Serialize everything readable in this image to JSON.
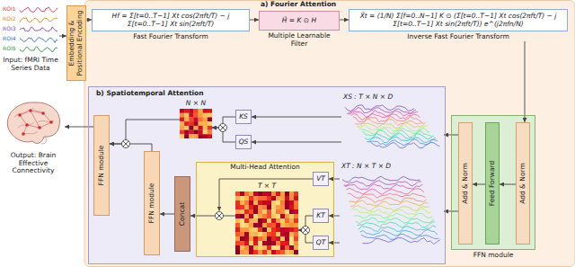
{
  "diagram": {
    "nodes": [
      {
        "text": [
          "Input: fMRI Time Series Data"
        ]
      },
      {
        "text": [
          "Output: Brain Effective Connectivity"
        ]
      },
      {
        "text": [
          "Embedding & Positional Encoding"
        ]
      },
      {
        "text": [
          "Hf = Σ[t=0..T−1] Xt cos(2πft/T) − j Σ[t=0..T−1] Xt sin(2πft/T)",
          "Fast Fourier Transform"
        ]
      },
      {
        "text": [
          "H̃ = K ⊙ H",
          "Multiple Learnable Filter"
        ]
      },
      {
        "text": [
          "X̃t = (1/N) Σ[f=0..N−1] K ⊙ (Σ[t=0..T−1] Xt cos(2πft/T) − j Σ[t=0..T−1] Xt sin(2πft/T)) e^(j2πfn/N)",
          "Inverse Fast Fourier Transform"
        ]
      },
      {
        "text": [
          "b) Spatiotemporal Attention"
        ]
      },
      {
        "text": [
          "FFN module"
        ],
        "in": 6
      },
      {
        "text": [
          "N × N"
        ],
        "in": 6
      },
      {
        "text": [
          "KS"
        ],
        "in": 6
      },
      {
        "text": [
          "QS"
        ],
        "in": 6
      },
      {
        "text": [
          "XS : T × N × D"
        ],
        "in": 6
      },
      {
        "text": [
          "FFN module"
        ],
        "in": 6
      },
      {
        "text": [
          "Concat"
        ],
        "in": 6
      },
      {
        "text": [
          "Multi-Head Attention"
        ],
        "in": 6
      },
      {
        "text": [
          "T × T"
        ],
        "in": 14
      },
      {
        "text": [
          "VT"
        ],
        "in": 14
      },
      {
        "text": [
          "KT"
        ],
        "in": 14
      },
      {
        "text": [
          "QT"
        ],
        "in": 14
      },
      {
        "text": [
          "XT : N × T × D"
        ],
        "in": 6
      },
      {
        "text": [
          "FFN module"
        ]
      },
      {
        "text": [
          "Add & Norm"
        ],
        "in": 20
      },
      {
        "text": [
          "Feed Forward"
        ],
        "in": 20
      },
      {
        "text": [
          "Add & Norm"
        ],
        "in": 20
      }
    ],
    "edges": [
      {
        "from": 0,
        "to": 2,
        "arrow": "to"
      },
      {
        "from": 2,
        "to": 3,
        "arrow": "to"
      },
      {
        "from": 3,
        "to": 4,
        "arrow": "to"
      },
      {
        "from": 4,
        "to": 5,
        "arrow": "to"
      },
      {
        "from": 5,
        "to": 23,
        "arrow": "to"
      },
      {
        "from": 23,
        "to": 22,
        "arrow": "to"
      },
      {
        "from": 22,
        "to": 21,
        "arrow": "to"
      },
      {
        "from": 21,
        "to": 11,
        "arrow": "to"
      },
      {
        "from": 21,
        "to": 19,
        "arrow": "to"
      },
      {
        "from": 11,
        "to": 9,
        "arrow": "to"
      },
      {
        "from": 11,
        "to": 10,
        "arrow": "to"
      },
      {
        "from": 19,
        "to": 16,
        "arrow": "to"
      },
      {
        "from": 19,
        "to": 17,
        "arrow": "to"
      },
      {
        "from": 19,
        "to": 18,
        "arrow": "to"
      },
      {
        "from": 17,
        "to": 15,
        "arrow": "to"
      },
      {
        "from": 18,
        "to": 15,
        "arrow": "to"
      },
      {
        "from": 9,
        "to": 8,
        "arrow": "to"
      },
      {
        "from": 10,
        "to": 8,
        "arrow": "to"
      },
      {
        "from": 15,
        "to": 13,
        "arrow": "to"
      },
      {
        "from": 13,
        "to": 12,
        "arrow": "to"
      },
      {
        "from": 12,
        "to": 7,
        "arrow": "to"
      },
      {
        "from": 8,
        "to": 7,
        "arrow": "to"
      },
      {
        "from": 7,
        "to": 1,
        "arrow": "to"
      }
    ],
    "labels": [
      "a) Fourier Attention",
      "ROI1",
      "ROI2",
      "ROI3",
      "ROI4",
      "ROI5"
    ]
  }
}
